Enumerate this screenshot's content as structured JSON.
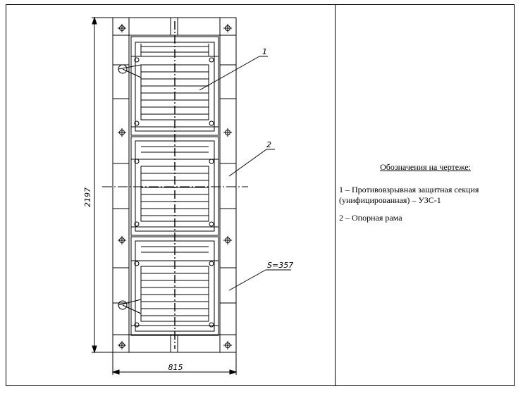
{
  "drawing": {
    "dimensions": {
      "height": "2197",
      "width": "815",
      "thickness": "S=357"
    },
    "callouts": [
      "1",
      "2"
    ]
  },
  "legend": {
    "title": "Обозначения на чертеже:",
    "items": [
      "1 – Противовзрывная защитная секция (унифицированная) – УЗС-1",
      "2 – Опорная рама"
    ]
  }
}
